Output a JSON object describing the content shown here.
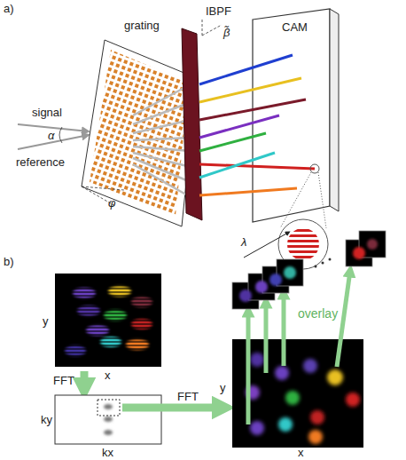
{
  "diagram": {
    "labels": [
      "a)",
      "grating",
      "IBPF",
      "CAM",
      "β̃",
      "signal",
      "reference",
      "α",
      "φ",
      "b)",
      "y",
      "x",
      "FFT",
      "ky",
      "kx",
      "FFT",
      "λ",
      "overlay",
      "y",
      "x"
    ]
  }
}
